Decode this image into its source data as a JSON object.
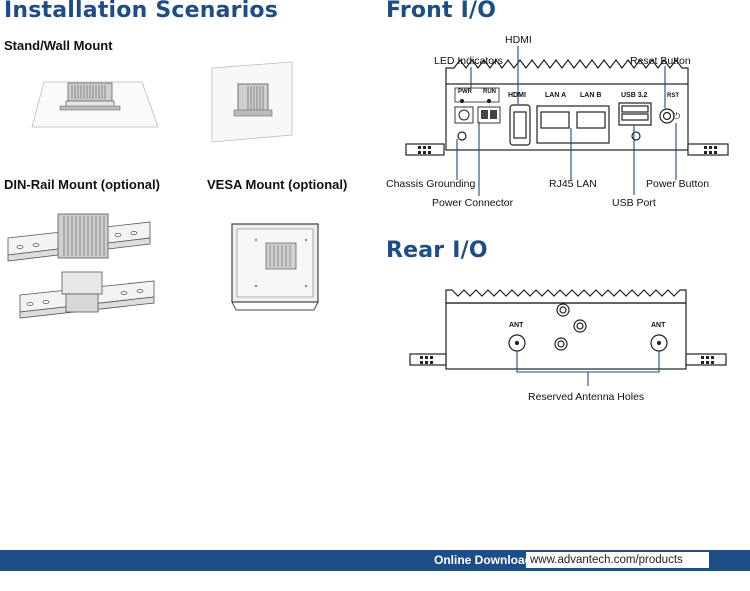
{
  "left": {
    "title": "Installation Scenarios",
    "stand_wall": "Stand/Wall Mount",
    "din_rail": "DIN-Rail Mount (optional)",
    "vesa": "VESA Mount (optional)"
  },
  "front_io": {
    "title": "Front I/O",
    "panel_labels": {
      "pwr": "PWR",
      "run": "RUN",
      "hdmi": "HDMI",
      "lan_a": "LAN A",
      "lan_b": "LAN B",
      "usb": "USB 3.2",
      "rst": "RST"
    },
    "callouts": {
      "hdmi": "HDMI",
      "led": "LED Indicators",
      "reset": "Reset Button",
      "chassis": "Chassis Grounding",
      "rj45": "RJ45 LAN",
      "power_button": "Power Button",
      "power_connector": "Power Connector",
      "usb_port": "USB Port"
    }
  },
  "rear_io": {
    "title": "Rear I/O",
    "ant_left": "ANT",
    "ant_right": "ANT",
    "callout": "Reserved Antenna Holes"
  },
  "footer": {
    "label": "Online Download",
    "url": "www.advantech.com/products"
  }
}
